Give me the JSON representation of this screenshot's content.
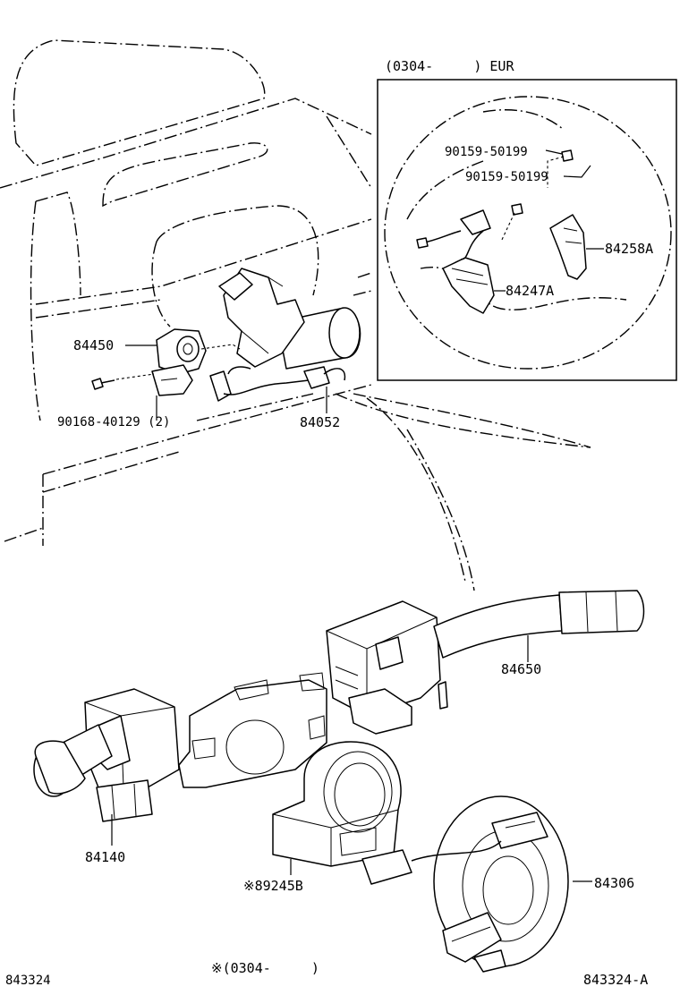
{
  "inset": {
    "header": "(0304-     ) EUR",
    "labels": [
      "90159-50199",
      "90159-50199",
      "84258A",
      "84247A"
    ]
  },
  "parts": {
    "p84450": "84450",
    "p90168": "90168-40129 (2)",
    "p84052": "84052",
    "p84650": "84650",
    "p84140": "84140",
    "p89245B": "※89245B",
    "p84306": "84306"
  },
  "footer": {
    "left_code": "843324",
    "note": "※(0304-     )",
    "right_code": "843324-A"
  }
}
